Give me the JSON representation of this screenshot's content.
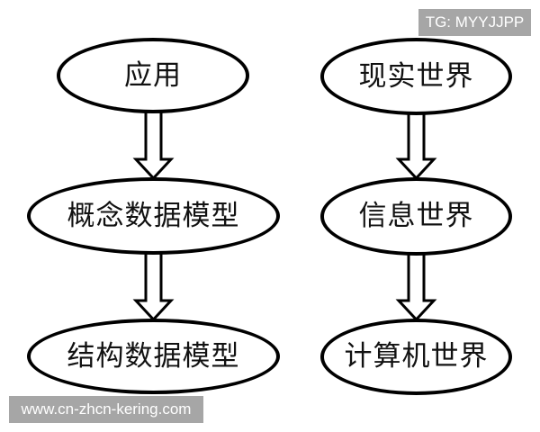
{
  "diagram": {
    "left_column": {
      "nodes": [
        {
          "label": "应用"
        },
        {
          "label": "概念数据模型"
        },
        {
          "label": "结构数据模型"
        }
      ],
      "arrows": [
        {
          "from": "应用",
          "to": "概念数据模型",
          "style": "hollow-block-arrow-down"
        },
        {
          "from": "概念数据模型",
          "to": "结构数据模型",
          "style": "hollow-block-arrow-down"
        }
      ]
    },
    "right_column": {
      "nodes": [
        {
          "label": "现实世界"
        },
        {
          "label": "信息世界"
        },
        {
          "label": "计算机世界"
        }
      ],
      "arrows": [
        {
          "from": "现实世界",
          "to": "信息世界",
          "style": "hollow-block-arrow-down"
        },
        {
          "from": "信息世界",
          "to": "计算机世界",
          "style": "hollow-block-arrow-down"
        }
      ]
    },
    "colors": {
      "stroke": "#000000",
      "fill": "#ffffff",
      "watermark_bg": "#a6a6a6",
      "watermark_text": "#ffffff"
    }
  },
  "watermarks": {
    "top_right": "TG: MYYJJPP",
    "bottom_left": "www.cn-zhcn-kering.com"
  }
}
